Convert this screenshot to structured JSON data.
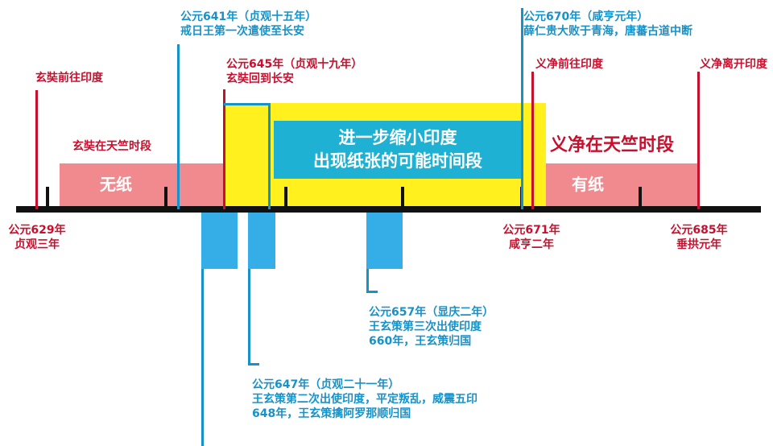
{
  "colors": {
    "red": "#c8102e",
    "blue": "#1792c9",
    "pink": "#f08a8f",
    "yellow": "#fff01e",
    "teal": "#1fb1d3",
    "black": "#111111"
  },
  "top_events": {
    "e641": {
      "line1": "公元641年（贞观十五年）",
      "line2": "戒日王第一次遣使至长安"
    },
    "e670": {
      "line1": "公元670年（咸亨元年）",
      "line2": "薛仁贵大败于青海，唐蕃古道中断"
    },
    "e645": {
      "line1": "公元645年（贞观十九年）",
      "line2": "玄奘回到长安"
    },
    "xuanzang_go": "玄奘前往印度",
    "yijing_go": "义净前往印度",
    "yijing_leave": "义净离开印度"
  },
  "segments": {
    "xuanzang_period": "玄奘在天竺时段",
    "no_paper": "无纸",
    "narrow_line1": "进一步缩小印度",
    "narrow_line2": "出现纸张的可能时间段",
    "yijing_period": "义净在天竺时段",
    "has_paper": "有纸"
  },
  "axis_labels": {
    "y629": {
      "line1": "公元629年",
      "line2": "贞观三年"
    },
    "y671": {
      "line1": "公元671年",
      "line2": "咸亨二年"
    },
    "y685": {
      "line1": "公元685年",
      "line2": "垂拱元年"
    }
  },
  "bottom_events": {
    "e657": {
      "line1": "公元657年（显庆二年）",
      "line2": "王玄策第三次出使印度",
      "line3": "660年，王玄策归国"
    },
    "e647": {
      "line1": "公元647年（贞观二十一年）",
      "line2": "王玄策第二次出使印度，平定叛乱，威震五印",
      "line3": "648年，王玄策擒阿罗那顺归国"
    }
  }
}
